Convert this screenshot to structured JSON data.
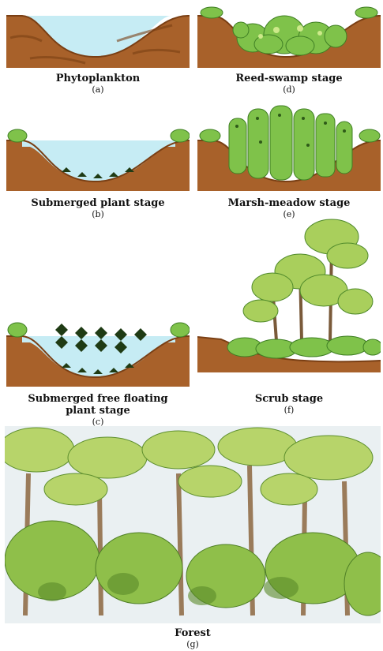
{
  "colors": {
    "soil": "#a8612a",
    "soil_dark": "#7a3f14",
    "water": "#c6ecf4",
    "leaf": "#7fc24a",
    "leaf_dark": "#3f7f24",
    "leaf_light": "#cde98a",
    "trunk": "#9a7b5a",
    "sky": "#eaf0f2"
  },
  "panels": {
    "a": {
      "title": "Phytoplankton",
      "label": "(a)"
    },
    "b": {
      "title": "Submerged plant stage",
      "label": "(b)"
    },
    "c": {
      "title_line1": "Submerged free floating",
      "title_line2": "plant stage",
      "label": "(c)"
    },
    "d": {
      "title": "Reed-swamp stage",
      "label": "(d)"
    },
    "e": {
      "title": "Marsh-meadow stage",
      "label": "(e)"
    },
    "f": {
      "title": "Scrub stage",
      "label": "(f)"
    },
    "g": {
      "title": "Forest",
      "label": "(g)"
    }
  }
}
